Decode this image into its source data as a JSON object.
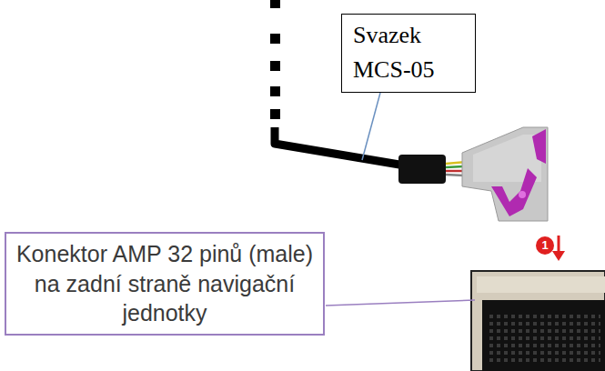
{
  "diagram": {
    "nodes": [
      {
        "text": [
          "Svazek MCS-05"
        ]
      },
      {
        "text": [
          "Konektor AMP 32 pinů (male) na zadní straně navigační jednotky"
        ]
      }
    ],
    "labels": [
      "1"
    ]
  }
}
